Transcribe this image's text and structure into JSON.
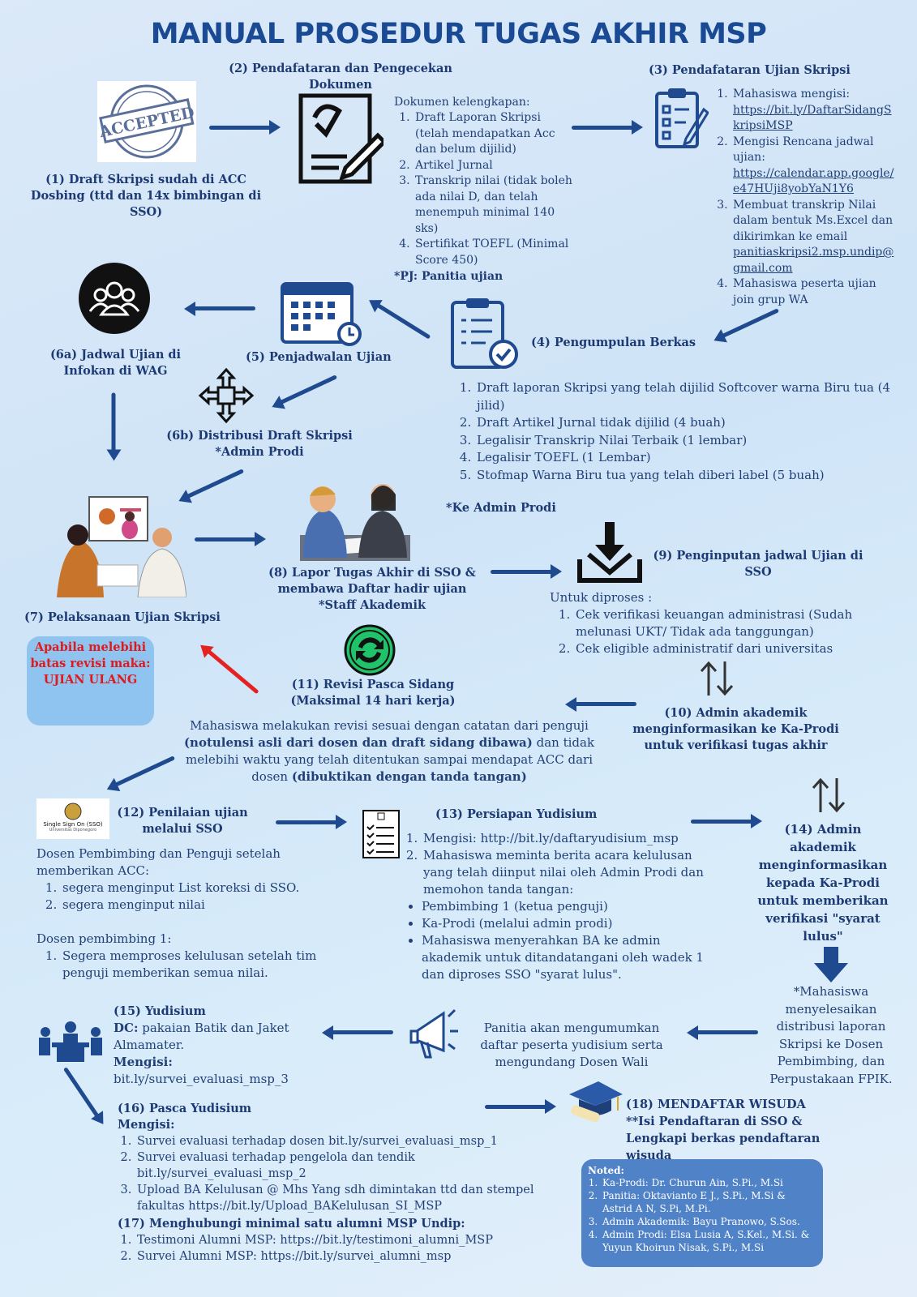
{
  "title": "MANUAL PROSEDUR TUGAS AKHIR MSP",
  "s1": {
    "stamp": "ACCEPTED",
    "caption": "(1) Draft Skripsi sudah di ACC Dosbing (ttd dan 14x bimbingan di SSO)"
  },
  "s2": {
    "heading": "(2) Pendafataran dan Pengecekan Dokumen",
    "intro": "Dokumen kelengkapan:",
    "items": [
      "Draft Laporan Skripsi (telah mendapatkan Acc dan belum dijilid)",
      "Artikel Jurnal",
      "Transkrip nilai (tidak boleh ada nilai D, dan telah menempuh minimal 140 sks)",
      "Sertifikat TOEFL (Minimal Score 450)"
    ],
    "pj": "*PJ: Panitia ujian"
  },
  "s3": {
    "heading": "(3) Pendafataran Ujian Skripsi",
    "i1": "Mahasiswa mengisi:",
    "l1": "https://bit.ly/DaftarSidangSkripsiMSP",
    "i2": "Mengisi Rencana jadwal ujian:",
    "l2": "https://calendar.app.google/e47HUji8yobYaN1Y6",
    "i3": "Membuat transkrip Nilai dalam bentuk Ms.Excel dan dikirimkan ke email",
    "l3": "panitiaskripsi2.msp.undip@gmail.com",
    "i4": "Mahasiswa peserta ujian join grup WA"
  },
  "s4": {
    "heading": "(4) Pengumpulan Berkas",
    "items": [
      "Draft laporan Skripsi yang telah dijilid Softcover warna Biru tua (4 jilid)",
      "Draft Artikel Jurnal tidak dijilid (4 buah)",
      "Legalisir Transkrip Nilai Terbaik (1 lembar)",
      "Legalisir TOEFL (1 Lembar)",
      "Stofmap Warna Biru tua yang telah diberi label (5 buah)"
    ],
    "note": "*Ke Admin Prodi"
  },
  "s5": {
    "heading": "(5) Penjadwalan Ujian"
  },
  "s6a": {
    "heading": "(6a) Jadwal Ujian di Infokan di WAG"
  },
  "s6b": {
    "heading": "(6b) Distribusi Draft Skripsi",
    "sub": "*Admin Prodi"
  },
  "s7": {
    "heading": "(7) Pelaksanaan Ujian Skripsi",
    "warning": "Apabila melebihi batas revisi maka: UJIAN ULANG"
  },
  "s8": {
    "heading": "(8) Lapor Tugas Akhir di SSO & membawa Daftar hadir ujian",
    "sub": "*Staff Akademik"
  },
  "s9": {
    "heading": "(9) Penginputan jadwal Ujian di SSO",
    "intro": "Untuk diproses :",
    "items": [
      "Cek verifikasi keuangan administrasi (Sudah melunasi UKT/ Tidak ada tanggungan)",
      "Cek eligible administratif dari universitas"
    ]
  },
  "s10": {
    "heading": "(10) Admin akademik menginformasikan ke Ka-Prodi untuk verifikasi tugas akhir"
  },
  "s11": {
    "heading": "(11) Revisi Pasca Sidang (Maksimal 14 hari kerja)",
    "p1": "Mahasiswa melakukan revisi sesuai dengan catatan dari penguji ",
    "b1": "(notulensi asli dari dosen dan draft sidang dibawa)",
    "p2": " dan tidak melebihi waktu yang telah ditentukan sampai mendapat ACC dari dosen ",
    "b2": "(dibuktikan dengan tanda tangan)"
  },
  "s12": {
    "logo": "Single Sign On (SSO)",
    "logo_sub": "Universitas Diponegoro",
    "heading": "(12) Penilaian ujian melalui SSO",
    "intro1": "Dosen Pembimbing dan Penguji setelah memberikan ACC:",
    "items1": [
      "segera menginput List koreksi di SSO.",
      "segera menginput nilai"
    ],
    "intro2": "Dosen pembimbing 1:",
    "items2": [
      "Segera memproses kelulusan setelah tim penguji memberikan semua nilai."
    ]
  },
  "s13": {
    "heading": "(13) Persiapan Yudisium",
    "items": [
      "Mengisi: http://bit.ly/daftaryudisium_msp",
      "Mahasiswa meminta berita acara kelulusan yang telah diinput nilai oleh Admin Prodi dan memohon tanda tangan:"
    ],
    "bullets": [
      "Pembimbing 1 (ketua penguji)",
      "Ka-Prodi (melalui admin prodi)",
      "Mahasiswa menyerahkan BA ke admin akademik untuk ditandatangani oleh wadek 1 dan diproses SSO \"syarat lulus\"."
    ]
  },
  "s14": {
    "heading": "(14) Admin akademik menginformasikan kepada Ka-Prodi untuk memberikan verifikasi \"syarat lulus\"",
    "note": "*Mahasiswa menyelesaikan distribusi laporan Skripsi ke Dosen Pembimbing, dan Perpustakaan FPIK."
  },
  "s15": {
    "heading": "(15) Yudisium",
    "dc_label": "DC:",
    "dc": " pakaian Batik dan Jaket Almamater.",
    "fill_label": "Mengisi:",
    "fill": "bit.ly/survei_evaluasi_msp_3",
    "announce": "Panitia akan mengumumkan daftar peserta yudisium serta mengundang Dosen Wali"
  },
  "s16": {
    "heading": "(16) Pasca Yudisium",
    "fill_label": "Mengisi:",
    "items": [
      "Survei evaluasi terhadap dosen bit.ly/survei_evaluasi_msp_1",
      "Survei evaluasi terhadap pengelola dan tendik bit.ly/survei_evaluasi_msp_2",
      "Upload BA Kelulusan @ Mhs Yang sdh dimintakan ttd dan stempel fakultas https://bit.ly/Upload_BAKelulusan_SI_MSP"
    ]
  },
  "s17": {
    "heading": "(17) Menghubungi minimal satu alumni MSP Undip:",
    "items": [
      "Testimoni Alumni MSP: https://bit.ly/testimoni_alumni_MSP",
      "Survei Alumni MSP: https://bit.ly/survei_alumni_msp"
    ]
  },
  "s18": {
    "heading": "(18) MENDAFTAR WISUDA",
    "sub": "**Isi Pendaftaran di SSO & Lengkapi berkas pendaftaran wisuda"
  },
  "noted": {
    "heading": "Noted:",
    "items": [
      "Ka-Prodi: Dr. Churun Ain, S.Pi., M.Si",
      "Panitia: Oktavianto E J., S.Pi., M.Si & Astrid A N, S.Pi, M.Pi.",
      "Admin Akademik: Bayu Pranowo, S.Sos.",
      "Admin Prodi: Elsa Lusia A, S.Kel., M.Si. & Yuyun Khoirun Nisak, S.Pi., M.Si"
    ]
  },
  "colors": {
    "navy": "#1f4a90",
    "red": "#e52222",
    "note_bg": "#4f82c6"
  }
}
